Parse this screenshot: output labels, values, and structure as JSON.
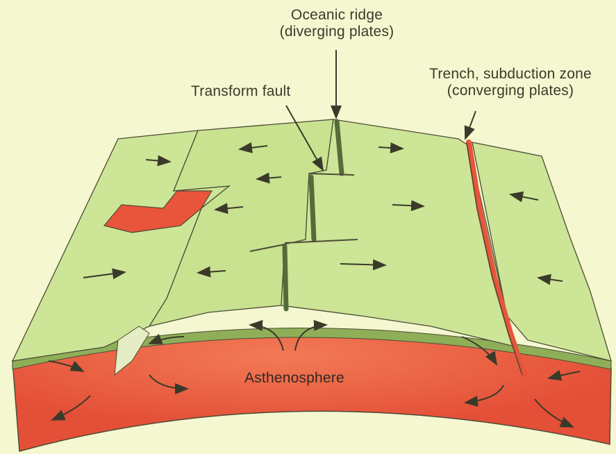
{
  "labels": {
    "ridge": {
      "line1": "Oceanic ridge",
      "line2": "(diverging plates)"
    },
    "transform": "Transform fault",
    "trench": {
      "line1": "Trench, subduction zone",
      "line2": "(converging plates)"
    },
    "asthenosphere": "Asthenosphere"
  },
  "colors": {
    "background": "#f4f7cf",
    "plate_top": "#cde596",
    "plate_shadow": "#a9c46b",
    "lithosphere_edge": "#8fae58",
    "asthenosphere": "#e8553a",
    "asthenosphere_hot": "#f0734f",
    "outline": "#4b4b36"
  }
}
